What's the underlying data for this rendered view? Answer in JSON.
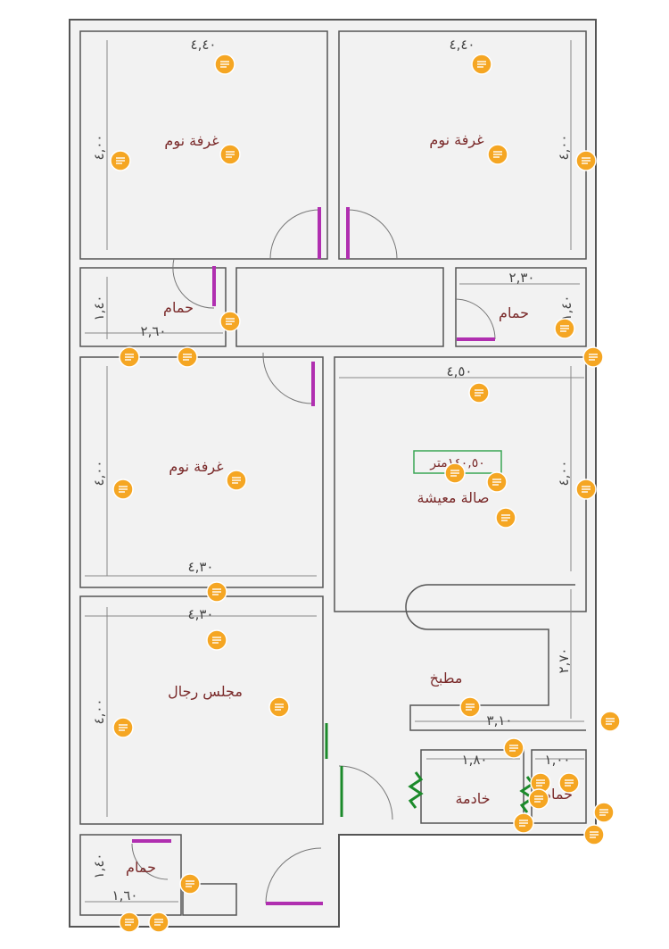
{
  "rooms": {
    "bed1": "غرفة نوم",
    "bed2": "غرفة نوم",
    "bed3": "غرفة نوم",
    "bath1": "حمام",
    "bath2": "حمام",
    "bath3": "حمام",
    "bath4": "حمام",
    "living": "صالة معيشة",
    "living_area": "١٤٠,٥٠متر",
    "kitchen": "مطبخ",
    "maid": "خادمة",
    "majlis": "مجلس رجال"
  },
  "dims": {
    "bed1_w": "٤,٤٠",
    "bed2_w": "٤,٤٠",
    "bed1_h": "٤,٠٠",
    "bed2_h": "٤,٠٠",
    "bath1_w": "٢,٦٠",
    "bath1_h": "١,٤٠",
    "bath2_w": "٢,٣٠",
    "bath2_h": "١,٤٠",
    "living_w": "٤,٥٠",
    "living_h": "٤,٠٠",
    "bed3_h": "٤,٠٠",
    "bed3_w": "٤,٣٠",
    "majlis_w": "٤,٣٠",
    "majlis_h": "٤,٠٠",
    "kitchen_h": "٢,٧٠",
    "kitchen_w": "٣,١٠",
    "maid_w": "١,٨٠",
    "bath4_w": "١,٠٠",
    "bath3_w": "١,٦٠",
    "bath3_h": "١,٤٠"
  },
  "colors": {
    "wall": "#555555",
    "floor": "#f2f2f2",
    "text": "#7a2a2a",
    "note": "#f5a623",
    "door_purple": "#b02fb0",
    "window_green": "#1b8a2a",
    "area_box": "#3aa655"
  },
  "note_icon": "note-lines-icon"
}
